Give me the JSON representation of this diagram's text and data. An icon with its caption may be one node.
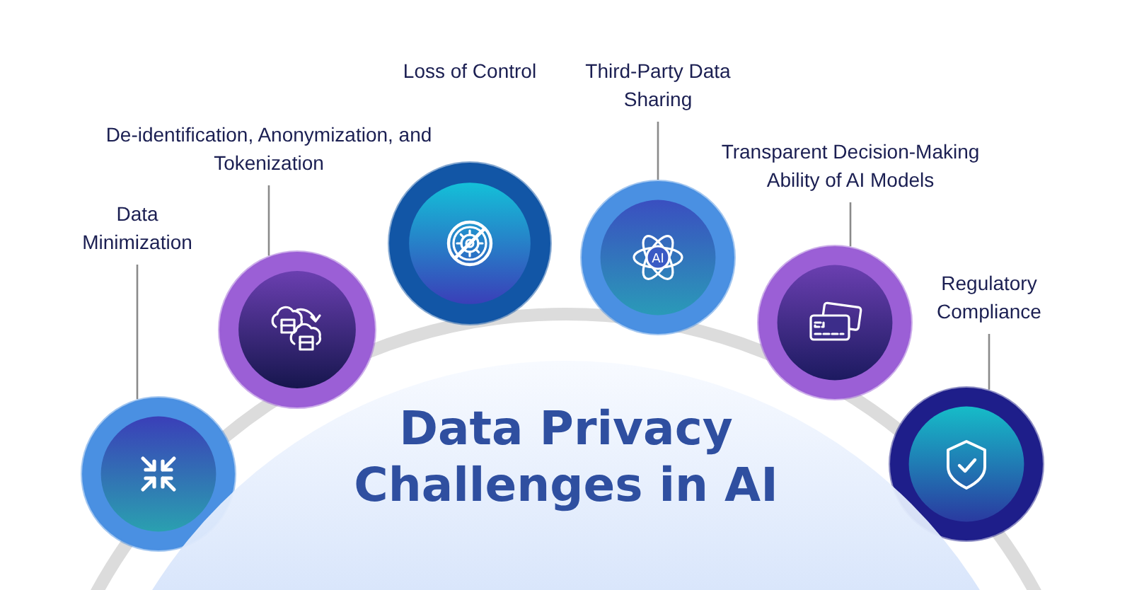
{
  "diagram": {
    "nodes": [
      {
        "text": [
          "Data Minimization"
        ]
      },
      {
        "text": [],
        "shape": "circle"
      },
      {
        "text": [
          "De-identification, Anonymization, and Tokenization"
        ]
      },
      {
        "text": [],
        "shape": "circle"
      },
      {
        "text": [],
        "shape": "circle"
      },
      {
        "text": [
          "Third-Party Data Sharing"
        ]
      },
      {
        "text": [],
        "shape": "circle"
      },
      {
        "text": [
          "Transparent Decision-Making Ability of AI Models"
        ]
      },
      {
        "text": [],
        "shape": "circle"
      },
      {
        "text": [
          "Regulatory Compliance"
        ]
      },
      {
        "text": [],
        "shape": "circle"
      },
      {
        "text": [
          "Data Privacy Challenges in AI"
        ]
      }
    ],
    "edges": [
      {
        "from": 0,
        "to": 1,
        "arrow": "none"
      },
      {
        "from": 2,
        "to": 3,
        "arrow": "none"
      },
      {
        "from": 5,
        "to": 6,
        "arrow": "none"
      },
      {
        "from": 7,
        "to": 8,
        "arrow": "none"
      },
      {
        "from": 9,
        "to": 10,
        "arrow": "none"
      }
    ],
    "labels": [
      "Loss of Control",
      "AI"
    ]
  }
}
